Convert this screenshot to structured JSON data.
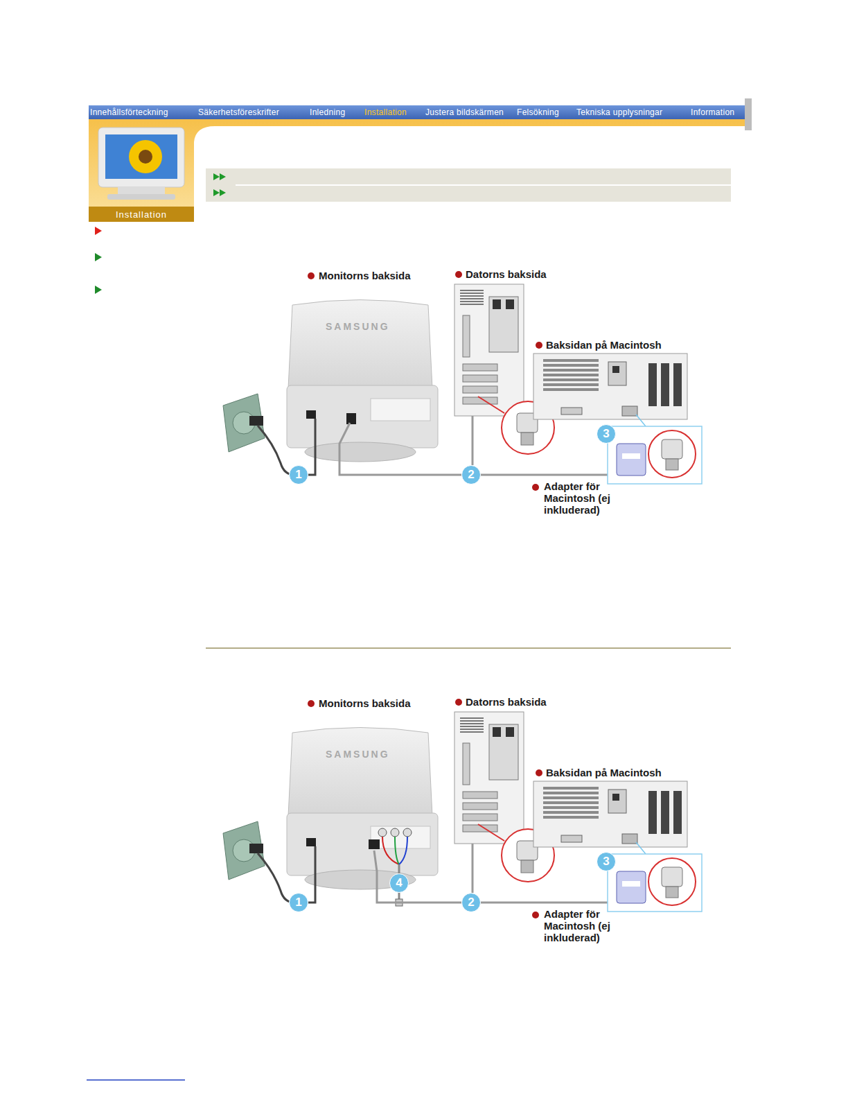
{
  "diagram": {
    "nodes": [
      {
        "text": [
          "Installation"
        ]
      },
      {
        "text": [
          "1"
        ]
      },
      {
        "text": [
          "2"
        ]
      },
      {
        "text": [
          "3"
        ]
      },
      {
        "text": [
          "1"
        ]
      },
      {
        "text": [
          "2"
        ]
      },
      {
        "text": [
          "3"
        ]
      },
      {
        "text": [
          "4"
        ]
      }
    ],
    "labels": [
      "Innehållsförteckning",
      "Säkerhetsföreskrifter",
      "Inledning",
      "Installation",
      "Justera bildskärmen",
      "Felsökning",
      "Tekniska upplysningar",
      "Information",
      "Monitorns baksida",
      "SAMSUNG",
      "Datorns baksida",
      "Baksidan på Macintosh",
      "Adapter för Macintosh (ej inkluderad)",
      "Monitorns baksida",
      "SAMSUNG",
      "Datorns baksida",
      "Baksidan på Macintosh",
      "Adapter för Macintosh (ej inkluderad)"
    ]
  }
}
